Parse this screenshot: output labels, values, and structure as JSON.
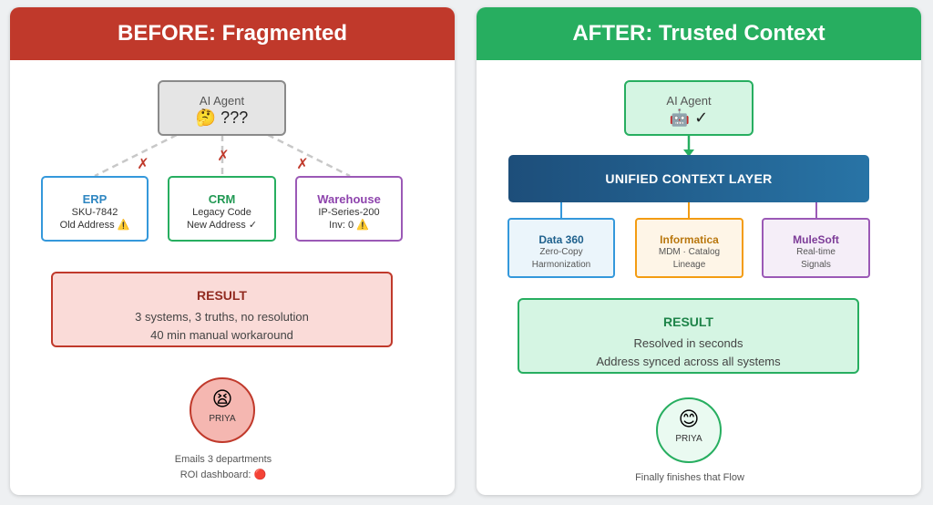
{
  "before": {
    "title": "BEFORE: Fragmented",
    "agent": {
      "label": "AI Agent",
      "status": "🤔 ???"
    },
    "link_marks": [
      "✗",
      "✗",
      "✗"
    ],
    "systems": [
      {
        "name": "ERP",
        "lines": [
          "SKU-7842",
          "Old Address ⚠️"
        ],
        "color": "#3498db"
      },
      {
        "name": "CRM",
        "lines": [
          "Legacy Code",
          "New Address ✓"
        ],
        "color": "#27ae60"
      },
      {
        "name": "Warehouse",
        "lines": [
          "IP-Series-200",
          "Inv: 0 ⚠️"
        ],
        "color": "#9b59b6"
      }
    ],
    "result": {
      "title": "RESULT",
      "lines": [
        "3 systems, 3 truths, no resolution",
        "40 min manual workaround"
      ]
    },
    "persona": {
      "emoji": "😫",
      "name": "PRIYA"
    },
    "caption": [
      "Emails 3 departments",
      "ROI dashboard: 🔴"
    ]
  },
  "after": {
    "title": "AFTER: Trusted Context",
    "agent": {
      "label": "AI Agent",
      "status": "🤖 ✓"
    },
    "context_layer": "UNIFIED CONTEXT LAYER",
    "tools": [
      {
        "name": "Data 360",
        "lines": [
          "Zero-Copy",
          "Harmonization"
        ],
        "color": "#3498db"
      },
      {
        "name": "Informatica",
        "lines": [
          "MDM · Catalog",
          "Lineage"
        ],
        "color": "#f39c12"
      },
      {
        "name": "MuleSoft",
        "lines": [
          "Real-time",
          "Signals"
        ],
        "color": "#9b59b6"
      }
    ],
    "result": {
      "title": "RESULT",
      "lines": [
        "Resolved in seconds",
        "Address synced across all systems"
      ]
    },
    "persona": {
      "emoji": "😊",
      "name": "PRIYA"
    },
    "caption": [
      "Finally finishes that Flow"
    ]
  }
}
